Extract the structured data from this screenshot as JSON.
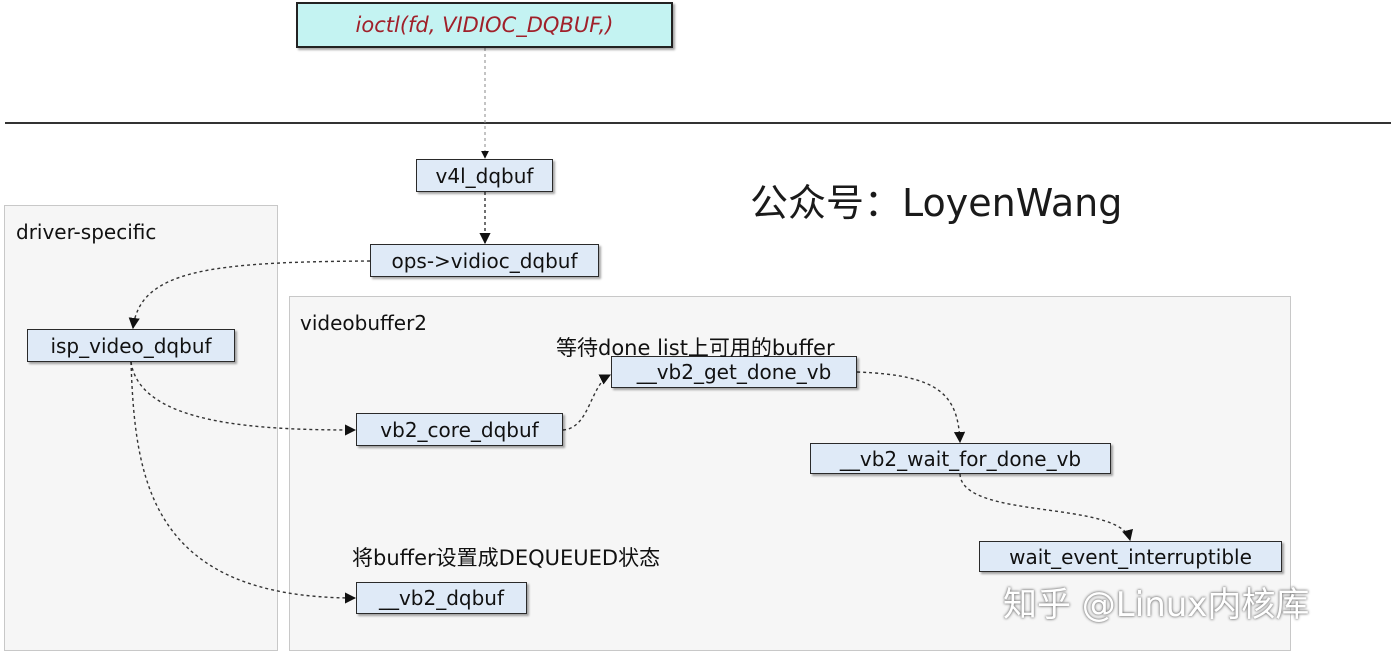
{
  "nodes": {
    "ioctl": "ioctl(fd, VIDIOC_DQBUF,)",
    "v4l_dqbuf": "v4l_dqbuf",
    "ops_vidioc_dqbuf": "ops->vidioc_dqbuf",
    "isp_video_dqbuf": "isp_video_dqbuf",
    "vb2_core_dqbuf": "vb2_core_dqbuf",
    "vb2_get_done_vb": "__vb2_get_done_vb",
    "vb2_wait_for_done_vb": "__vb2_wait_for_done_vb",
    "wait_event_interruptible": "wait_event_interruptible",
    "vb2_dqbuf": "__vb2_dqbuf"
  },
  "regions": {
    "driver_specific": "driver-specific",
    "videobuffer2": "videobuffer2"
  },
  "notes": {
    "wait_done_list": "等待done list上可用的buffer",
    "set_dequeued": "将buffer设置成DEQUEUED状态"
  },
  "watermarks": {
    "wechat": "公众号：LoyenWang",
    "zhihu": "知乎 @Linux内核库"
  },
  "colors": {
    "node_fill": "#dfeaf7",
    "top_node_fill": "#c4f3f2",
    "top_node_text": "#a0202a",
    "region_fill": "#f6f6f6"
  }
}
